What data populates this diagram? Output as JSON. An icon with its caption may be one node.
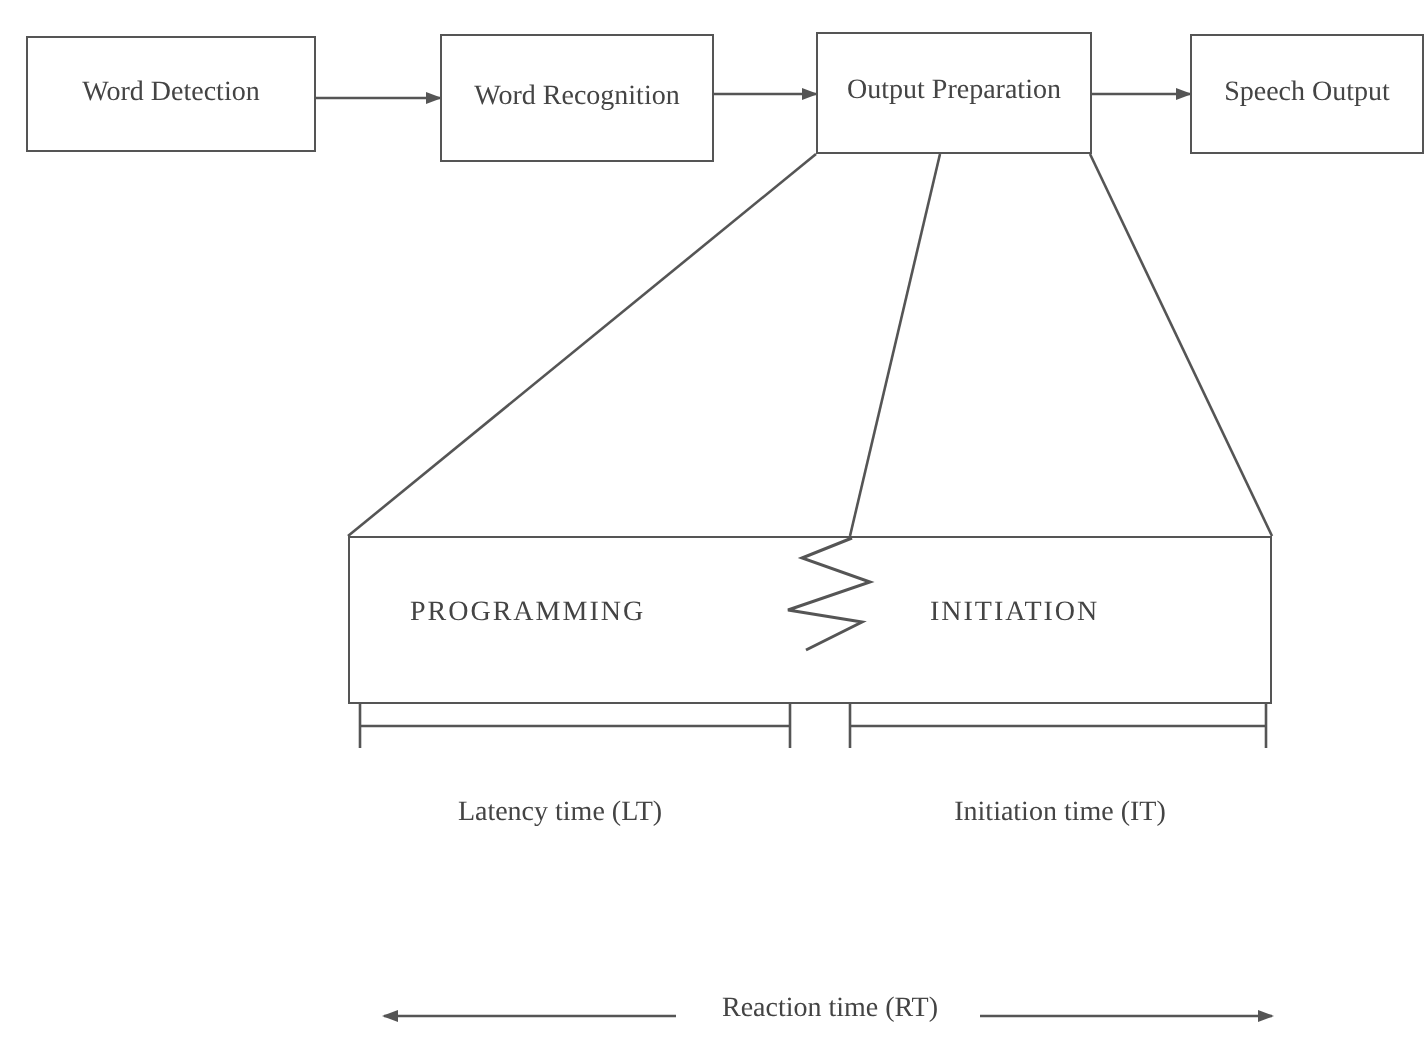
{
  "diagram": {
    "nodes": [
      {
        "text": [
          "Word Detection"
        ]
      },
      {
        "text": [
          "Word Recognition"
        ]
      },
      {
        "text": [
          "Output Preparation"
        ]
      },
      {
        "text": [
          "Speech Output"
        ]
      },
      {
        "text": [
          "PROGRAMMING",
          "INITIATION"
        ]
      }
    ],
    "edges": [
      {
        "from": 0,
        "to": 1,
        "arrow": "to"
      },
      {
        "from": 1,
        "to": 2,
        "arrow": "to"
      },
      {
        "from": 2,
        "to": 3,
        "arrow": "to"
      },
      {
        "from": 2,
        "to": 4,
        "arrow": "none"
      },
      {
        "from": 2,
        "to": 4,
        "arrow": "none"
      },
      {
        "from": 2,
        "to": 4,
        "arrow": "none"
      }
    ],
    "labels": [
      "Latency time (LT)",
      "Initiation time (IT)",
      "Reaction time (RT)"
    ]
  }
}
